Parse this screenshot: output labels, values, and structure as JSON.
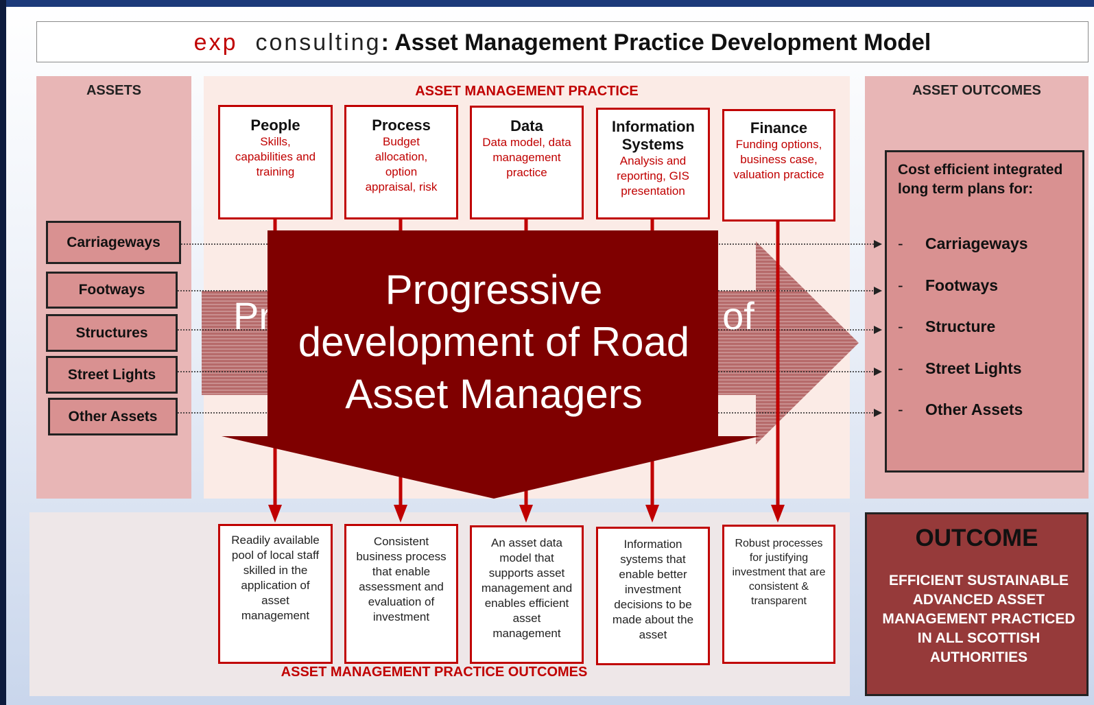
{
  "title": {
    "brand_exp": "exp",
    "brand_consulting": "consulting",
    "main": ": Asset Management Practice Development Model"
  },
  "sections": {
    "assets": "ASSETS",
    "practice": "ASSET MANAGEMENT PRACTICE",
    "outcomes": "ASSET OUTCOMES",
    "practice_outcomes": "ASSET MANAGEMENT PRACTICE OUTCOMES"
  },
  "assets": [
    "Carriageways",
    "Footways",
    "Structures",
    "Street Lights",
    "Other Assets"
  ],
  "practice": [
    {
      "title": "People",
      "desc": "Skills, capabilities and training"
    },
    {
      "title": "Process",
      "desc": "Budget allocation, option appraisal, risk"
    },
    {
      "title": "Data",
      "desc": "Data model, data management practice"
    },
    {
      "title": "Information Systems",
      "desc": "Analysis and reporting, GIS presentation"
    },
    {
      "title": "Finance",
      "desc": "Funding options, business case, valuation practice"
    }
  ],
  "practice_outcomes": [
    "Readily available pool of local staff skilled in the application of asset management",
    "Consistent business process that enable assessment and evaluation of investment",
    "An asset data model that supports asset management and enables efficient asset management",
    "Information systems that enable better investment decisions to be made about the asset",
    "Robust processes for justifying investment that are consistent & transparent"
  ],
  "plans": {
    "intro": "Cost efficient integrated long term plans for:",
    "dash": "-",
    "items": [
      "Carriageways",
      "Footways",
      "Structure",
      "Street Lights",
      "Other Assets"
    ]
  },
  "outcome": {
    "title": "OUTCOME",
    "desc": "EFFICIENT SUSTAINABLE ADVANCED ASSET MANAGEMENT PRACTICED IN ALL SCOTTISH AUTHORITIES"
  },
  "center": {
    "text": "Progressive development of Road Asset Managers",
    "behind_left": "Pr",
    "behind_right": "t of"
  },
  "colors": {
    "dark_red": "#7f0000",
    "red": "#c00000",
    "pink": "#e8b6b6",
    "box_pink": "#d99191"
  }
}
